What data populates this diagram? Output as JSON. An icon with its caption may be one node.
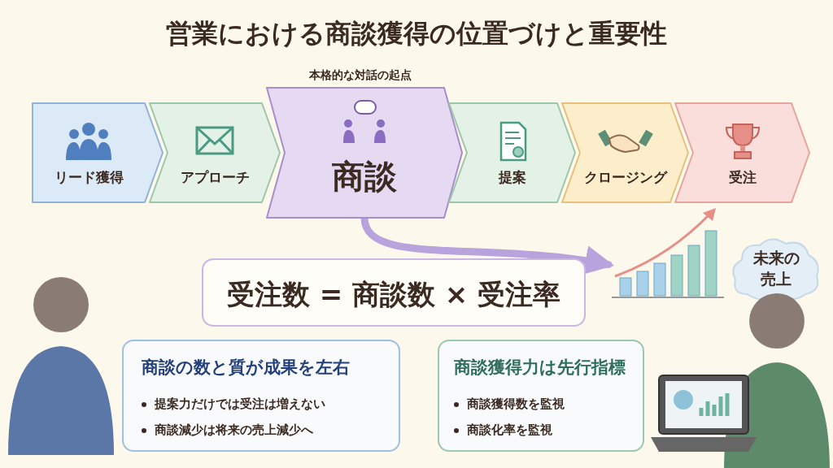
{
  "diagram": {
    "title": "営業における商談獲得の位置づけと重要性",
    "nodes": [
      {
        "text": [
          "リード獲得"
        ]
      },
      {
        "text": [
          "アプローチ"
        ]
      },
      {
        "text": [
          "商談"
        ],
        "beside": [
          "本格的な対話の起点"
        ]
      },
      {
        "text": [
          "提案"
        ]
      },
      {
        "text": [
          "クロージング"
        ]
      },
      {
        "text": [
          "受注"
        ]
      },
      {
        "text": [
          "受注数 = 商談数 × 受注率"
        ]
      },
      {
        "text": [],
        "shape": "picture"
      },
      {
        "text": [
          "未来の売上"
        ]
      },
      {
        "text": [
          "商談の数と質が成果を左右",
          "提案力だけでは受注は増えない",
          "商談減少は将来の売上減少へ"
        ]
      },
      {
        "text": [
          "商談獲得力は先行指標",
          "商談獲得数を監視",
          "商談化率を監視"
        ]
      }
    ],
    "edges": [
      {
        "from": 2,
        "to": 7,
        "arrow": "to"
      }
    ]
  }
}
